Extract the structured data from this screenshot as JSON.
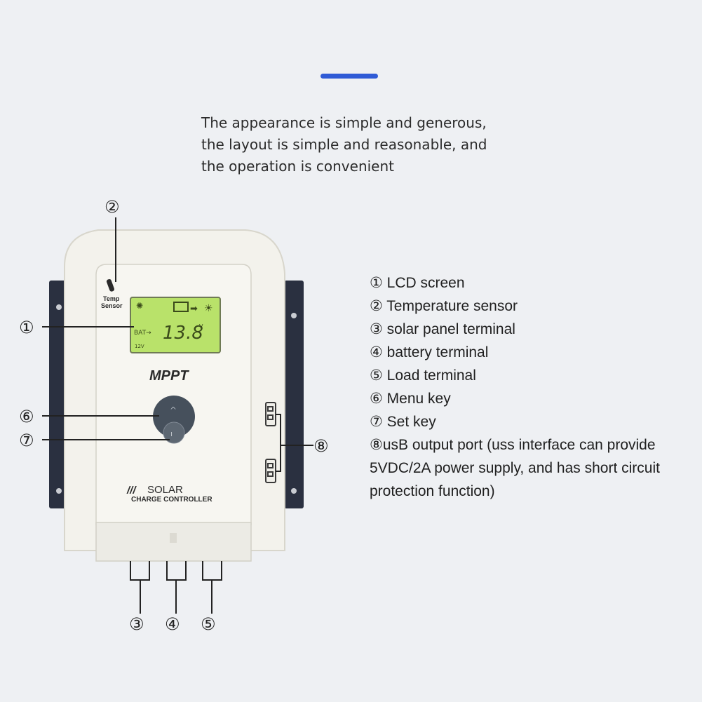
{
  "intro": {
    "lines": [
      "The appearance is simple and generous,",
      "the layout is simple and reasonable, and",
      "the operation is convenient"
    ]
  },
  "legend": [
    "① LCD screen",
    "② Temperature sensor",
    "③ solar panel terminal",
    "④ battery terminal",
    "⑤ Load terminal",
    "⑥ Menu key",
    "⑦ Set key",
    "⑧usB output port (uss interface can provide 5VDC/2A power supply, and has short circuit protection function)"
  ],
  "callouts": {
    "c1": "①",
    "c2": "②",
    "c3": "③",
    "c4": "④",
    "c5": "⑤",
    "c6": "⑥",
    "c7": "⑦",
    "c8": "⑧"
  },
  "device": {
    "temp_label_1": "Temp",
    "temp_label_2": "Sensor",
    "lcd_bat": "BAT→",
    "lcd_value": "13.8",
    "lcd_unit": "V",
    "lcd_system": "12V",
    "brand": "MPPT",
    "solar_label": "SOLAR",
    "controller_label": "CHARGE CONTROLLER"
  },
  "colors": {
    "accent": "#2f5bd6",
    "lcd_green": "#b9e26a",
    "housing": "#f3f2ec",
    "button_dark": "#46505c",
    "bracket": "#2a3040"
  }
}
